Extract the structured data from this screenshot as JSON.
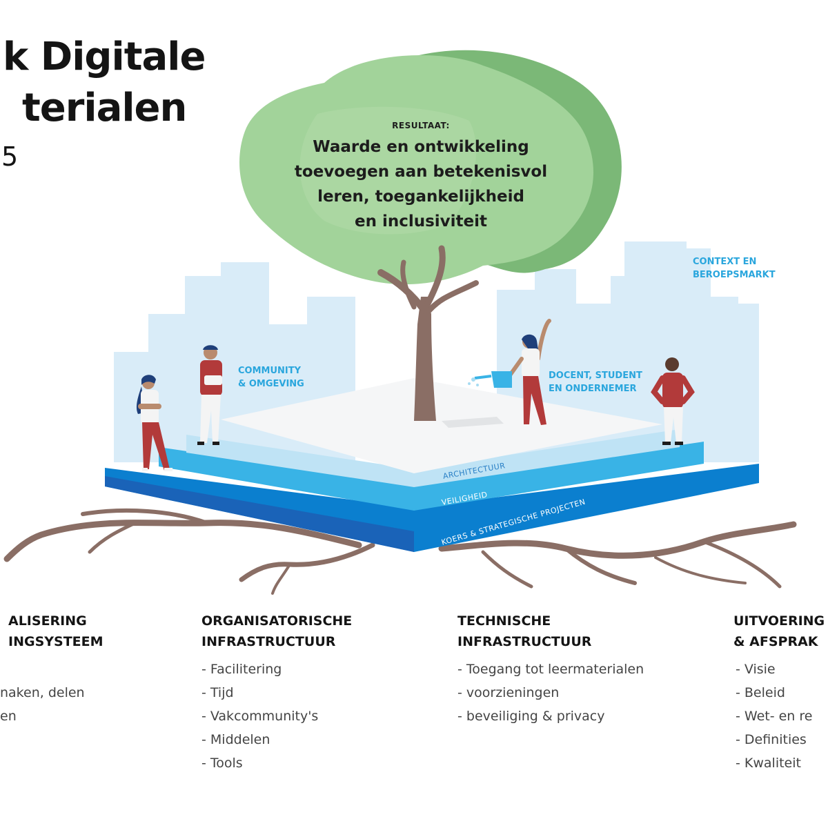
{
  "title": {
    "line1": "k Digitale",
    "line2": "terialen",
    "line3": "5"
  },
  "tree": {
    "result_tag": "RESULTAAT:",
    "result_lines": [
      "Waarde en ontwikkeling",
      "toevoegen aan betekenisvol",
      "leren, toegankelijkheid",
      "en inclusiviteit"
    ]
  },
  "labels": {
    "context": [
      "CONTEXT EN",
      "BEROEPSMARKT"
    ],
    "community": [
      "COMMUNITY",
      "& OMGEVING"
    ],
    "docent": [
      "DOCENT, STUDENT",
      "EN ONDERNEMER"
    ]
  },
  "layers": {
    "top": "ARCHITECTUUR",
    "middle": "VEILIGHEID",
    "bottom": "KOERS & STRATEGISCHE PROJECTEN"
  },
  "columns": [
    {
      "heading": [
        "ALISERING",
        "INGSYSTEEM"
      ],
      "items": [
        "",
        "naken, delen",
        "en"
      ]
    },
    {
      "heading": [
        "ORGANISATORISCHE",
        "INFRASTRUCTUUR"
      ],
      "items": [
        "- Facilitering",
        "- Tijd",
        "- Vakcommunity's",
        "- Middelen",
        "- Tools"
      ]
    },
    {
      "heading": [
        "TECHNISCHE",
        "INFRASTRUCTUUR"
      ],
      "items": [
        "- Toegang tot leermaterialen",
        "- voorzieningen",
        "- beveiliging & privacy"
      ]
    },
    {
      "heading": [
        "UITVOERING",
        "& AFSPRAK"
      ],
      "items": [
        "- Visie",
        "- Beleid",
        "- Wet- en re",
        "- Definities",
        "- Kwaliteit"
      ]
    }
  ],
  "colors": {
    "tree_light": "#a2d39a",
    "tree_dark": "#7bb877",
    "trunk": "#8a6e65",
    "city": "#d9ecf8",
    "layer_top": "#bfe3f5",
    "layer_mid": "#39b3e6",
    "layer_bottom": "#0b7fcf",
    "label_blue": "#2aa6dd"
  }
}
